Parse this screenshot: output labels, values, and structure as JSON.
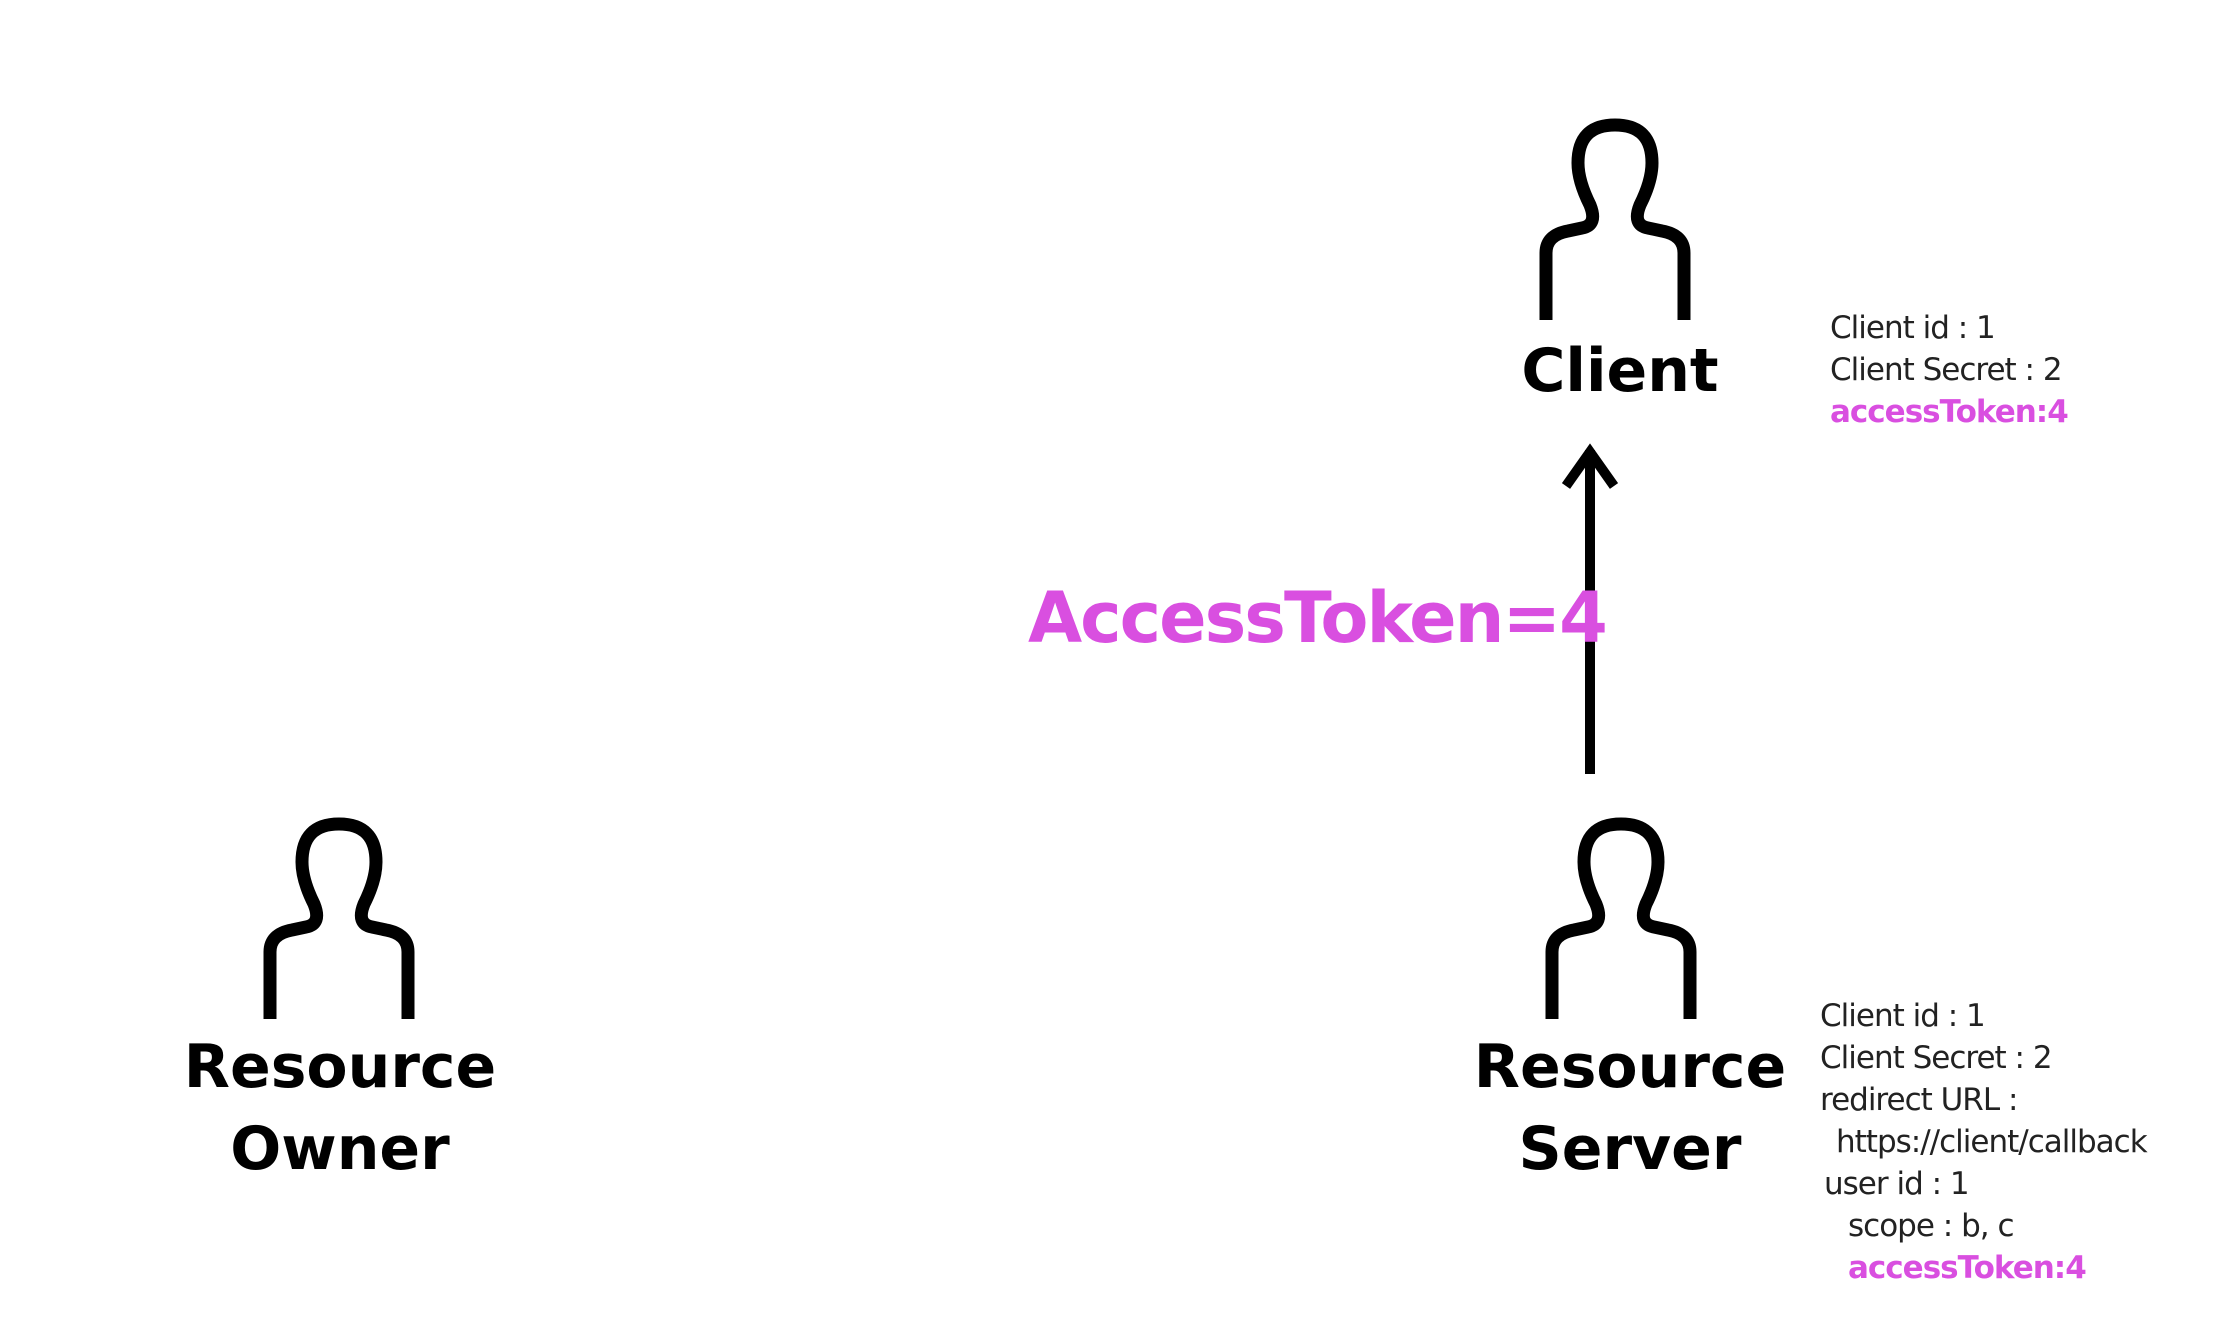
{
  "actors": {
    "client": {
      "label": "Client"
    },
    "resource_owner": {
      "label_line1": "Resource",
      "label_line2": "Owner"
    },
    "resource_server": {
      "label_line1": "Resource",
      "label_line2": "Server"
    }
  },
  "client_info": {
    "client_id": "Client id : 1",
    "client_secret": "Client Secret : 2",
    "access_token": "accessToken:4"
  },
  "server_info": {
    "client_id": "Client id : 1",
    "client_secret": "Client Secret : 2",
    "redirect_url_label": "redirect URL :",
    "redirect_url_value": "https://client/callback",
    "user_id": "user id : 1",
    "scope": "scope : b, c",
    "access_token": "accessToken:4"
  },
  "flow": {
    "arrow_label": "AccessToken=4",
    "direction": "resource-server-to-client"
  },
  "colors": {
    "accent": "#d94fe0",
    "icon": "#000000",
    "text": "#222222"
  }
}
